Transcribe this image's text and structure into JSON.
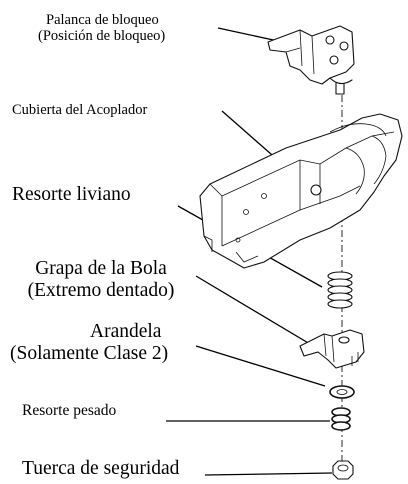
{
  "labels": {
    "lock_lever_line1": "Palanca de bloqueo",
    "lock_lever_line2": "(Posición de bloqueo)",
    "coupler_cover": "Cubierta del Acoplador",
    "light_spring": "Resorte liviano",
    "ball_clamp_line1": "Grapa de la Bola",
    "ball_clamp_line2": "(Extremo dentado)",
    "washer_line1": "Arandela",
    "washer_line2": "(Solamente Clase 2)",
    "heavy_spring": "Resorte pesado",
    "lock_nut": "Tuerca de seguridad"
  }
}
